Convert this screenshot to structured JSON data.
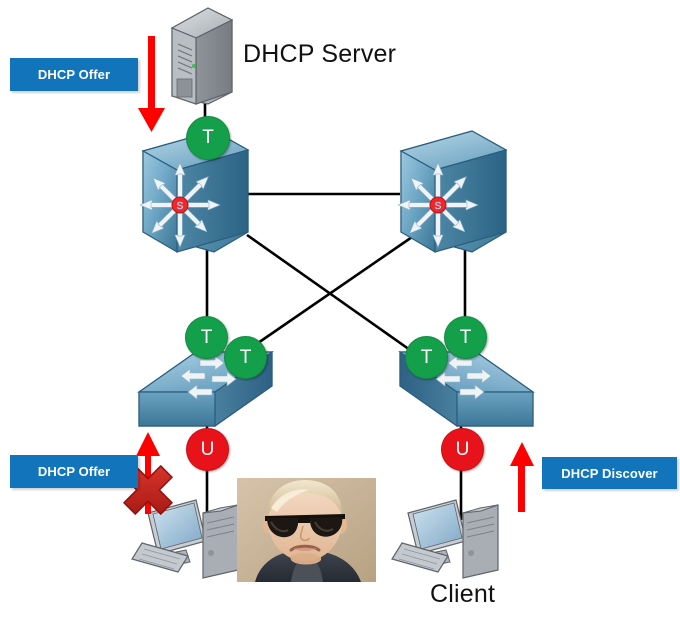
{
  "diagram": {
    "title_alt": "DHCP rogue server / snooping topology",
    "colors": {
      "callout_blue": "#1275BC",
      "tagged_green": "#14A04A",
      "untagged_red": "#E8121A",
      "arrow_red": "#FF0000",
      "link_black": "#000000",
      "switch_blue_light": "#8FC1DC",
      "switch_blue_dark": "#2E6E91",
      "server_grey": "#A7ACB2"
    }
  },
  "labels": {
    "dhcp_server": "DHCP Server",
    "client": "Client"
  },
  "callouts": [
    {
      "id": "offer-top",
      "text": "DHCP Offer"
    },
    {
      "id": "offer-bottom",
      "text": "DHCP Offer"
    },
    {
      "id": "discover-bottom",
      "text": "DHCP Discover"
    }
  ],
  "badges": [
    {
      "id": "core-left-uplink",
      "text": "T",
      "kind": "tagged"
    },
    {
      "id": "access-left-uplink-a",
      "text": "T",
      "kind": "tagged"
    },
    {
      "id": "access-left-uplink-b",
      "text": "T",
      "kind": "tagged"
    },
    {
      "id": "access-left-access-port",
      "text": "U",
      "kind": "untagged"
    },
    {
      "id": "access-right-uplink-a",
      "text": "T",
      "kind": "tagged"
    },
    {
      "id": "access-right-uplink-b",
      "text": "T",
      "kind": "tagged"
    },
    {
      "id": "access-right-access-port",
      "text": "U",
      "kind": "untagged"
    }
  ],
  "nodes": {
    "server": "dhcp-server",
    "core_left": "core-switch-left",
    "core_right": "core-switch-right",
    "access_left": "access-switch-left",
    "access_right": "access-switch-right",
    "pc_left": "rogue-pc",
    "pc_right": "client-pc",
    "photo": "sunglasses-kid-photo"
  },
  "arrows": [
    {
      "id": "offer-down-arrow",
      "direction": "down"
    },
    {
      "id": "offer-up-arrow-blocked",
      "direction": "up",
      "blocked": true
    },
    {
      "id": "discover-up-arrow",
      "direction": "up"
    }
  ],
  "markers": [
    {
      "id": "blocked-x",
      "shape": "red-x"
    }
  ]
}
